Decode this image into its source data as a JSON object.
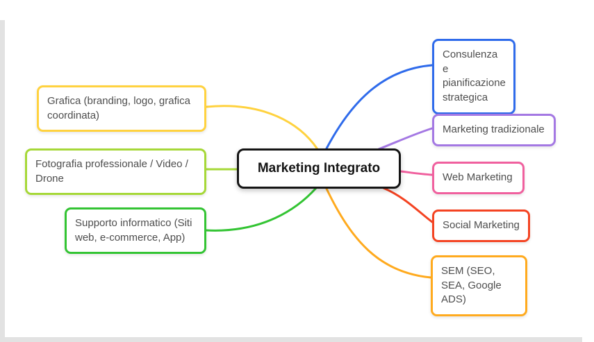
{
  "center": {
    "label": "Marketing Integrato",
    "color": "#141414"
  },
  "branches": {
    "left": [
      {
        "id": "grafica",
        "label": "Grafica (branding, logo, grafica coordinata)",
        "color": "#FFD23F"
      },
      {
        "id": "fotografia",
        "label": "Fotografia professionale / Video / Drone",
        "color": "#A6D838"
      },
      {
        "id": "supporto",
        "label": "Supporto informatico (Siti web, e-commerce, App)",
        "color": "#33C433"
      }
    ],
    "right": [
      {
        "id": "consulenza",
        "label": "Consulenza e pianificazione strategica",
        "color": "#2F6BEB"
      },
      {
        "id": "tradizionale",
        "label": "Marketing tradizionale",
        "color": "#A478E3"
      },
      {
        "id": "web",
        "label": "Web Marketing",
        "color": "#F0609E"
      },
      {
        "id": "social",
        "label": "Social Marketing",
        "color": "#F44322"
      },
      {
        "id": "sem",
        "label": "SEM (SEO, SEA, Google ADS)",
        "color": "#FFAA1E"
      }
    ]
  }
}
